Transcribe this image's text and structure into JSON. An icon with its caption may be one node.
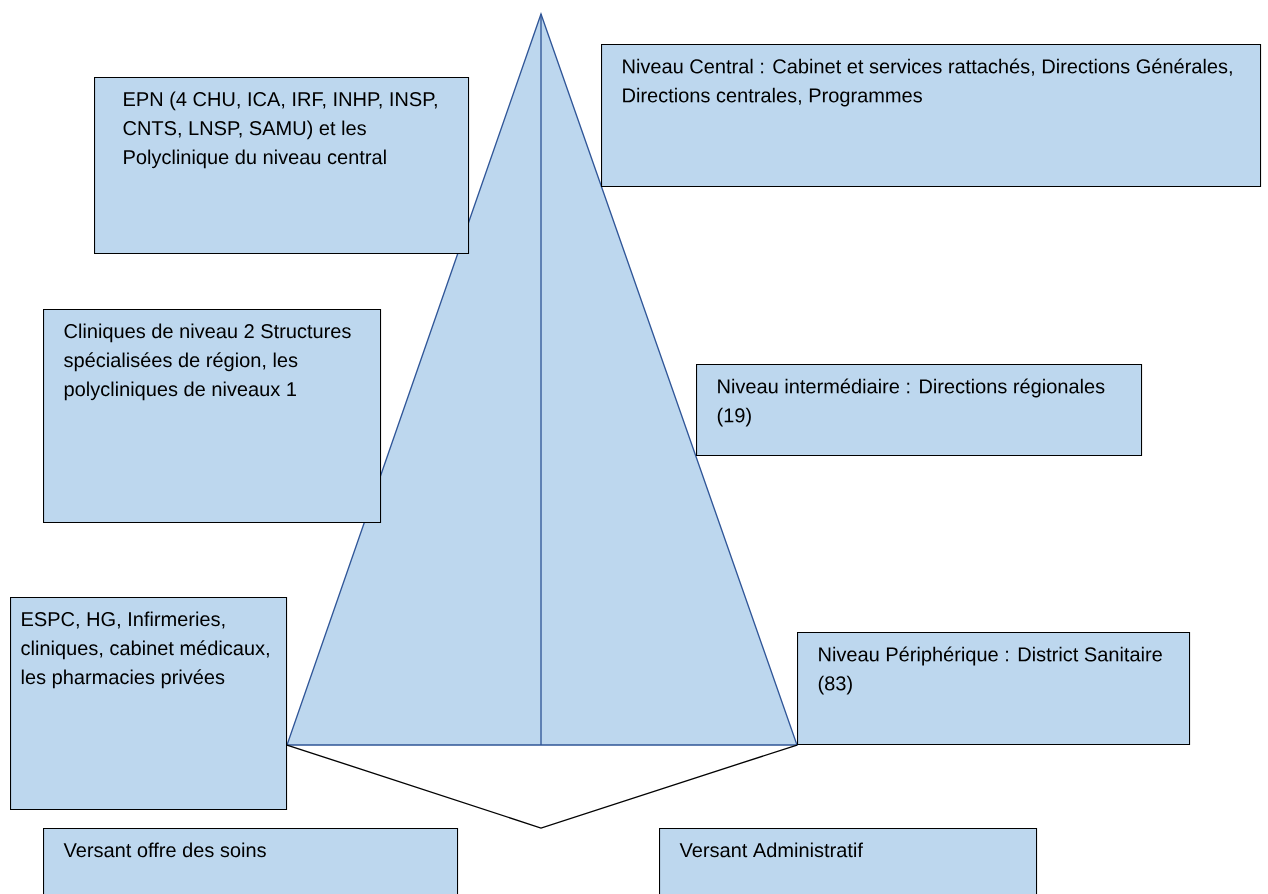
{
  "diagram": {
    "nodes": [
      {
        "text": [
          "Niveau Central : Cabinet et services rattachés, Directions Générales, Directions centrales, Programmes"
        ]
      },
      {
        "text": [
          "EPN (4 CHU, ICA, IRF, INHP, INSP, CNTS, LNSP, SAMU) et les Polyclinique du niveau central"
        ]
      },
      {
        "text": [
          "Cliniques de niveau 2 Structures spécialisées de région, les polycliniques de niveaux 1"
        ]
      },
      {
        "text": [
          "Niveau intermédiaire : Directions régionales (19)"
        ]
      },
      {
        "text": [
          "ESPC, HG, Infirmeries, cliniques, cabinet médicaux, les pharmacies privées"
        ]
      },
      {
        "text": [
          "Niveau Périphérique : District Sanitaire (83)"
        ]
      },
      {
        "text": [
          "Versant offre des soins"
        ]
      },
      {
        "text": [
          "Versant Administratif"
        ]
      }
    ]
  }
}
